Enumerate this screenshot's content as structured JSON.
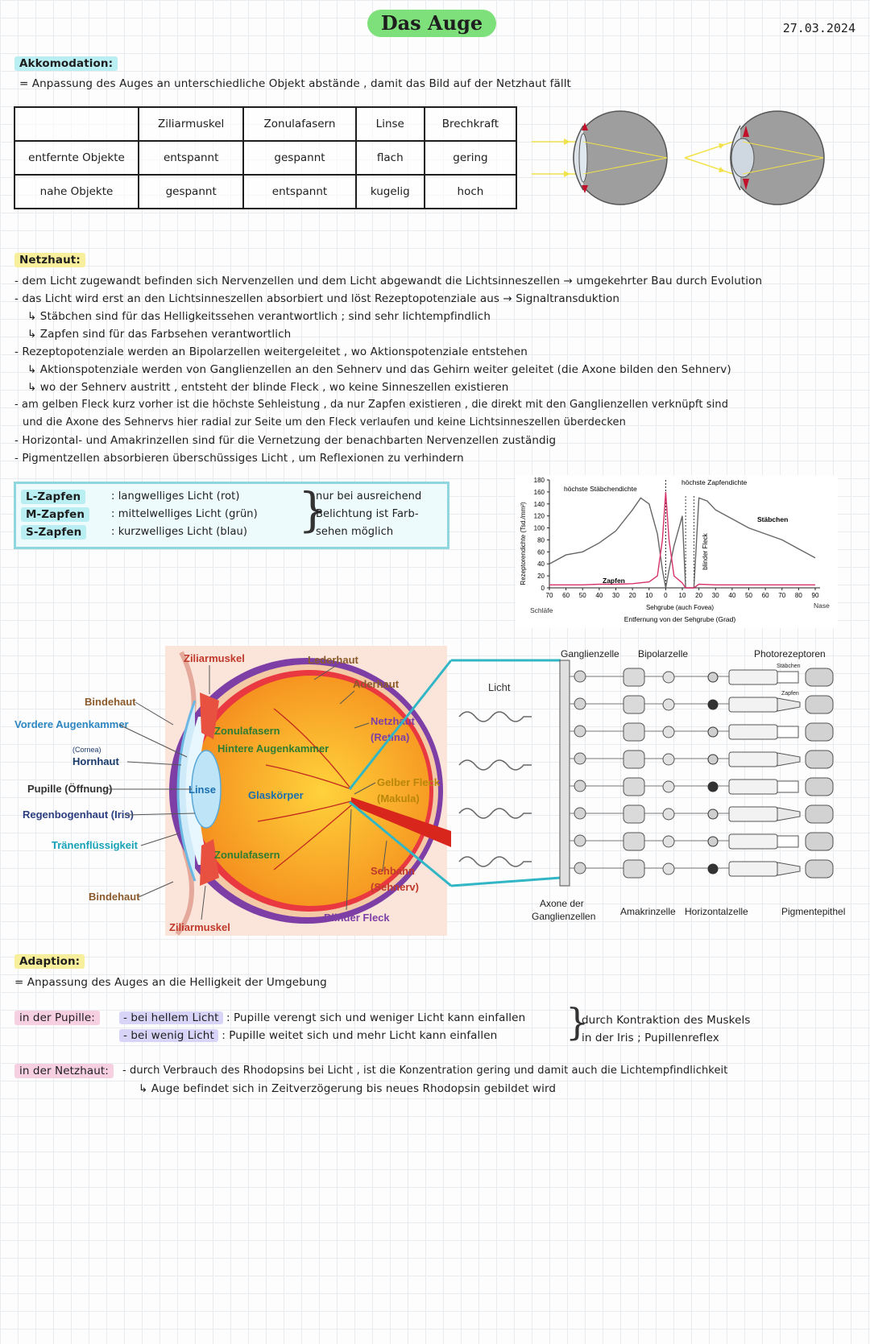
{
  "header": {
    "title": "Das Auge",
    "date": "27.03.2024"
  },
  "akkommodation": {
    "heading": "Akkomodation:",
    "definition": "= Anpassung des Auges an unterschiedliche Objekt abstände , damit das Bild auf der Netzhaut fällt",
    "table": {
      "columns": [
        "",
        "Ziliarmuskel",
        "Zonulafasern",
        "Linse",
        "Brechkraft"
      ],
      "rows": [
        [
          "entfernte Objekte",
          "entspannt",
          "gespannt",
          "flach",
          "gering"
        ],
        [
          "nahe Objekte",
          "gespannt",
          "entspannt",
          "kugelig",
          "hoch"
        ]
      ]
    }
  },
  "netzhaut": {
    "heading": "Netzhaut:",
    "lines": [
      "- dem Licht zugewandt befinden sich Nervenzellen und dem Licht abgewandt die Lichtsinneszellen → umgekehrter Bau durch Evolution",
      "- das Licht wird erst an den Lichtsinneszellen absorbiert und löst Rezeptopotenziale aus → Signaltransduktion",
      "↳ Stäbchen sind für das Helligkeitssehen verantwortlich ; sind sehr lichtempfindlich",
      "↳ Zapfen sind für das Farbsehen verantwortlich",
      "- Rezeptopotenziale werden an Bipolarzellen weitergeleitet , wo Aktionspotenziale entstehen",
      "↳ Aktionspotenziale werden von Ganglienzellen an den Sehnerv und das Gehirn weiter geleitet (die Axone bilden den Sehnerv)",
      "↳ wo der Sehnerv austritt , entsteht der blinde Fleck , wo keine Sinneszellen existieren",
      "- am gelben Fleck kurz vorher ist die höchste Sehleistung , da nur Zapfen existieren , die direkt mit den Ganglienzellen verknüpft sind",
      "und die Axone des Sehnervs hier radial zur Seite um den Fleck verlaufen und keine Lichtsinneszellen überdecken",
      "- Horizontal- und Amakrinzellen sind für die Vernetzung der benachbarten Nervenzellen zuständig",
      "- Pigmentzellen absorbieren überschüssiges Licht , um Reflexionen zu verhindern"
    ]
  },
  "zapfen": {
    "rows": [
      {
        "name": "L-Zapfen",
        "desc": ": langwelliges Licht (rot)"
      },
      {
        "name": "M-Zapfen",
        "desc": ": mittelwelliges Licht (grün)"
      },
      {
        "name": "S-Zapfen",
        "desc": ": kurzwelliges Licht (blau)"
      }
    ],
    "note": [
      "nur bei ausreichend",
      "Belichtung ist Farb-",
      "sehen möglich"
    ]
  },
  "chart_data": {
    "type": "line",
    "title": "",
    "ylabel": "Rezeptorendichte (Tsd./mm²)",
    "xlabel": "Entfernung von der Sehgrube (Grad)",
    "x_axis_title": "Sehgrube (auch Fovea)",
    "x_left_label": "Schläfe",
    "x_right_label": "Nase",
    "xticks": [
      "70",
      "60",
      "50",
      "40",
      "30",
      "20",
      "10",
      "0",
      "10",
      "20",
      "30",
      "40",
      "50",
      "60",
      "70",
      "80",
      "90"
    ],
    "yticks": [
      0,
      20,
      40,
      60,
      80,
      100,
      120,
      140,
      160,
      180
    ],
    "ylim": [
      0,
      180
    ],
    "annotations": [
      "höchste Stäbchendichte",
      "höchste Zapfendichte",
      "blinder Fleck"
    ],
    "colors": {
      "staebchen": "#666666",
      "zapfen": "#d6336c"
    },
    "series": [
      {
        "name": "Stäbchen",
        "x": [
          -70,
          -60,
          -50,
          -40,
          -30,
          -20,
          -15,
          -10,
          -5,
          -2,
          0,
          2,
          5,
          10,
          12,
          17,
          20,
          25,
          30,
          40,
          50,
          60,
          70,
          80,
          90
        ],
        "y": [
          40,
          55,
          60,
          75,
          95,
          130,
          150,
          140,
          90,
          30,
          0,
          30,
          70,
          120,
          0,
          0,
          150,
          145,
          130,
          115,
          100,
          90,
          80,
          65,
          50
        ]
      },
      {
        "name": "Zapfen",
        "x": [
          -70,
          -60,
          -50,
          -40,
          -30,
          -20,
          -10,
          -5,
          -2,
          0,
          2,
          5,
          10,
          12,
          17,
          20,
          30,
          40,
          50,
          60,
          70,
          80,
          90
        ],
        "y": [
          5,
          5,
          5,
          6,
          6,
          7,
          10,
          20,
          80,
          160,
          80,
          20,
          8,
          0,
          0,
          6,
          5,
          5,
          5,
          5,
          5,
          5,
          5
        ]
      }
    ]
  },
  "eye_labels": {
    "ziliarmuskel_top": "Ziliarmuskel",
    "lederhaut": "Lederhaut",
    "aderhaut": "Aderhaut",
    "bindehaut_top": "Bindehaut",
    "vordere": "Vordere Augenkammer",
    "cornea": "(Cornea)",
    "hornhaut": "Hornhaut",
    "zonula_top": "Zonulafasern",
    "hintere": "Hintere Augenkammer",
    "netzhaut1": "Netzhaut",
    "netzhaut2": "(Retina)",
    "linse": "Linse",
    "glaskoerper": "Glaskörper",
    "pupille": "Pupille (Öffnung)",
    "iris": "Regenbogenhaut (Iris)",
    "gelber1": "Gelber Fleck",
    "gelber2": "(Makula)",
    "traenen": "Tränenflüssigkeit",
    "zonula_bottom": "Zonulafasern",
    "sehbahn1": "Sehbahn",
    "sehbahn2": "(Sehnerv)",
    "bindehaut_bottom": "Bindehaut",
    "blinder": "Blinder Fleck",
    "ziliarmuskel_bottom": "Ziliarmuskel"
  },
  "retina_labels": {
    "licht": "Licht",
    "ganglien": "Ganglienzelle",
    "bipolar": "Bipolarzelle",
    "photo": "Photorezeptoren",
    "staebchen": "Stäbchen",
    "zapfen": "Zapfen",
    "axone1": "Axone der",
    "axone2": "Ganglienzellen",
    "amakrin": "Amakrinzelle",
    "horizontal": "Horizontalzelle",
    "pigment": "Pigmentepithel"
  },
  "adaption": {
    "heading": "Adaption:",
    "definition": "= Anpassung des Auges an die Helligkeit der Umgebung",
    "pupille_label": "in der Pupille:",
    "hell_label": "- bei hellem Licht",
    "hell_text": ": Pupille verengt sich und weniger Licht kann einfallen",
    "wenig_label": "- bei wenig Licht",
    "wenig_text": ": Pupille weitet sich und mehr Licht kann einfallen",
    "brace_text1": "durch Kontraktion des Muskels",
    "brace_text2": "in der Iris ; Pupillenreflex",
    "netzhaut_label": "in der Netzhaut:",
    "netzhaut_line1": "- durch Verbrauch des Rhodopsins bei Licht , ist die Konzentration gering und damit auch die Lichtempfindlichkeit",
    "netzhaut_line2": "↳ Auge befindet sich in Zeitverzögerung bis neues Rhodopsin gebildet wird"
  }
}
